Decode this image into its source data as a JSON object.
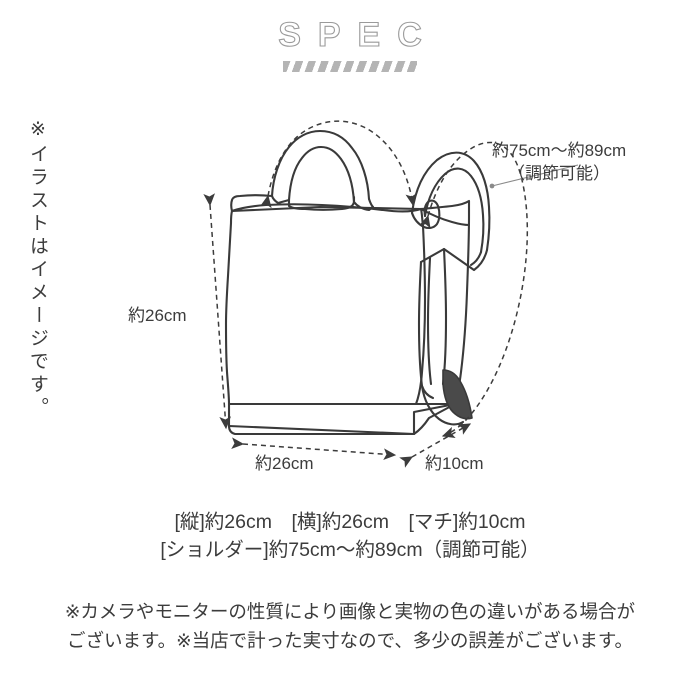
{
  "title": {
    "text": "SPEC",
    "underline_icon": "diagonal-stripe-bar"
  },
  "vertical_note": {
    "text": "※イラストはイメージです。"
  },
  "illustration": {
    "alt": "tote-bag-line-drawing",
    "strap_accent_color": "#4a4a4a",
    "line_color": "#3a3a3a",
    "dimension_line_color": "#3c3c3c"
  },
  "callouts": {
    "shoulder_line1": "約75cm〜約89cm",
    "shoulder_line2": "（調節可能）",
    "height": "約26cm",
    "width": "約26cm",
    "depth": "約10cm"
  },
  "spec_lines": {
    "line1": "[縦]約26cm　[横]約26cm　[マチ]約10cm",
    "line2": "[ショルダー]約75cm〜約89cm（調節可能）"
  },
  "disclaimer": {
    "line1": "※カメラやモニターの性質により画像と実物の色の違いがある場合が",
    "line2": "ございます。※当店で計った実寸なので、多少の誤差がございます。"
  },
  "colors": {
    "background": "#ffffff",
    "text": "#3c3c3c",
    "title_stroke": "#9a9a9a",
    "stripe": "#b4b4b4",
    "ink": "#3a3a3a",
    "accent_dark": "#4a4a4a"
  }
}
